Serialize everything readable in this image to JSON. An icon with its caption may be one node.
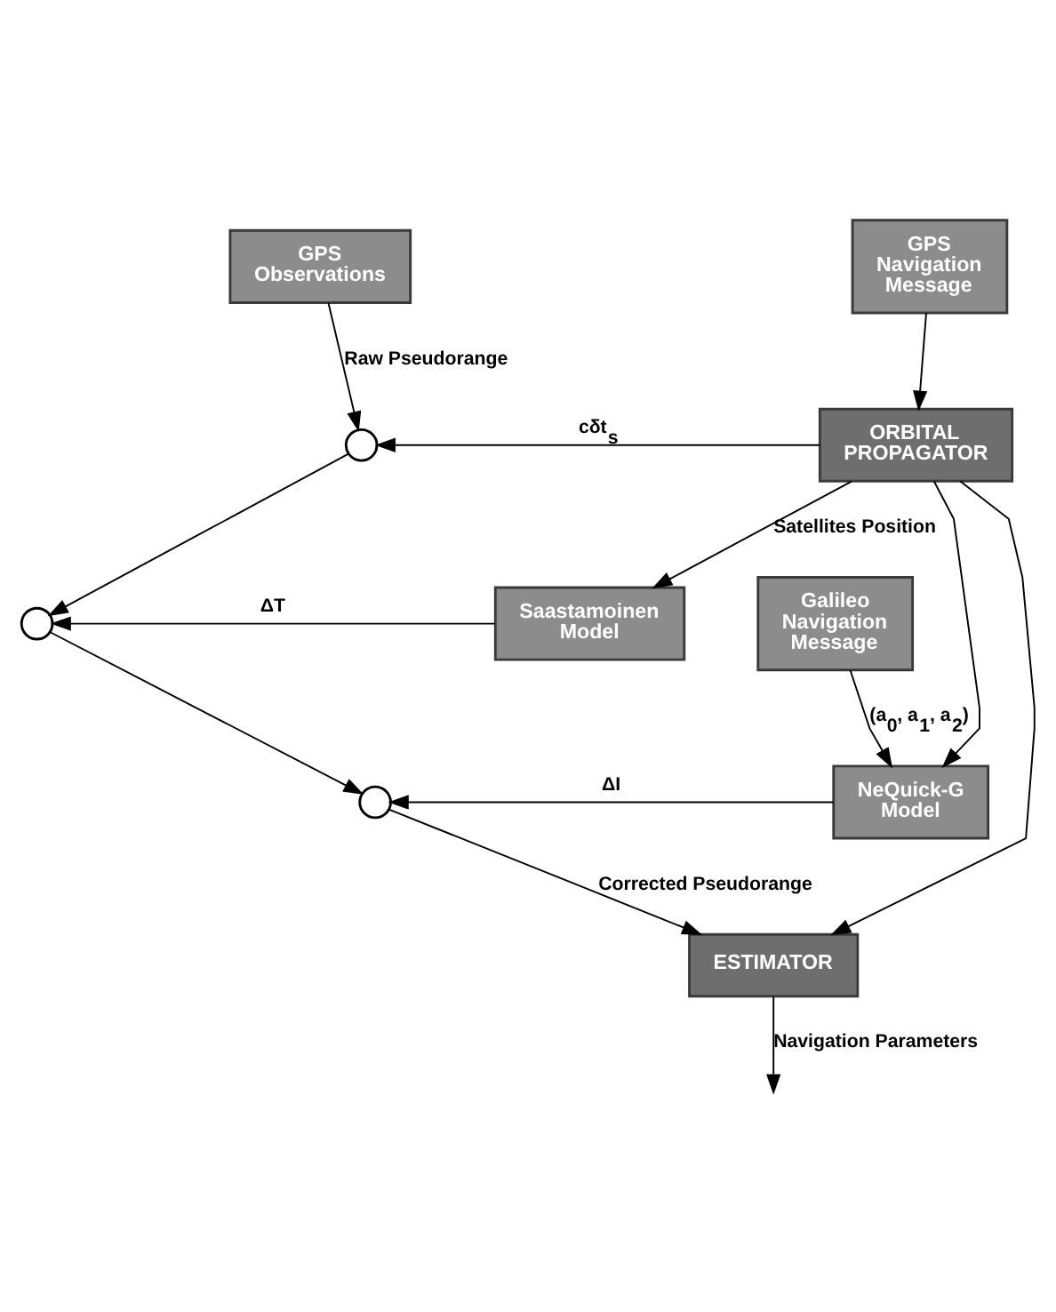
{
  "diagram": {
    "nodes": [
      {
        "text": [
          "GPS Observations"
        ]
      },
      {
        "text": [
          "GPS Navigation Message"
        ]
      },
      {
        "text": [
          "ORBITAL PROPAGATOR"
        ]
      },
      {
        "text": [],
        "shape": "circle"
      },
      {
        "text": [],
        "shape": "circle"
      },
      {
        "text": [
          "Saastamoinen Model"
        ]
      },
      {
        "text": [
          "Galileo Navigation Message"
        ]
      },
      {
        "text": [],
        "shape": "circle"
      },
      {
        "text": [
          "NeQuick-G Model"
        ]
      },
      {
        "text": [
          "ESTIMATOR"
        ]
      }
    ],
    "edges": [
      {
        "from": 0,
        "to": 3,
        "arrow": "to",
        "label": "Raw Pseudorange"
      },
      {
        "from": 1,
        "to": 2,
        "arrow": "to"
      },
      {
        "from": 2,
        "to": 3,
        "arrow": "to",
        "label": "cδt$_{s}$"
      },
      {
        "from": 3,
        "to": 4,
        "arrow": "to"
      },
      {
        "from": 2,
        "to": 5,
        "arrow": "to",
        "label": "Satellites Position"
      },
      {
        "from": 5,
        "to": 4,
        "arrow": "to",
        "label": "ΔT"
      },
      {
        "from": 4,
        "to": 7,
        "arrow": "to"
      },
      {
        "from": 6,
        "to": 8,
        "arrow": "to",
        "label": "(a$_{0}$, a$_{1}$, a$_{2}$)"
      },
      {
        "from": 2,
        "to": 8,
        "arrow": "to"
      },
      {
        "from": 8,
        "to": 7,
        "arrow": "to",
        "label": "ΔI"
      },
      {
        "from": 7,
        "to": 9,
        "arrow": "to",
        "label": "Corrected Pseudorange"
      },
      {
        "from": 2,
        "to": 9,
        "arrow": "to"
      },
      {
        "from": 9,
        "to": null,
        "arrow": "to",
        "label": "Navigation Parameters"
      }
    ]
  }
}
